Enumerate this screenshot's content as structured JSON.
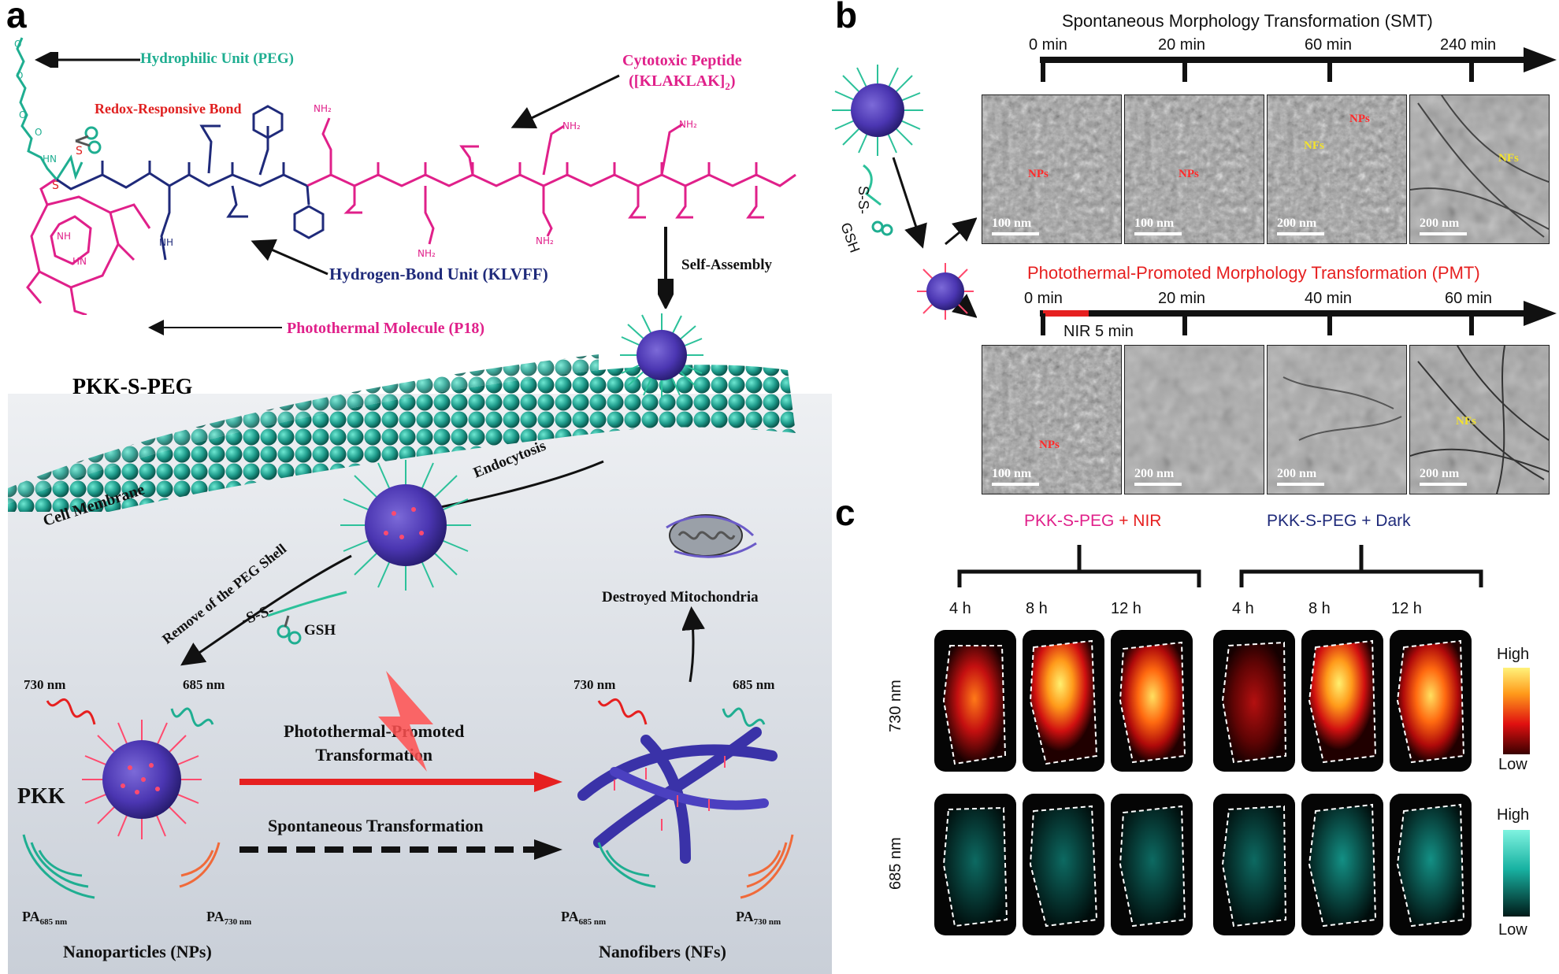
{
  "panel_a": {
    "label": "a",
    "hydrophilic": "Hydrophilic Unit (PEG)",
    "redox": "Redox-Responsive Bond",
    "cytotoxic_line1": "Cytotoxic Peptide",
    "cytotoxic_line2": "([KLAKLAK]",
    "cytotoxic_sub": "2",
    "cytotoxic_end": ")",
    "hbond": "Hydrogen-Bond Unit (KLVFF)",
    "photothermal": "Photothermal Molecule (P18)",
    "compound": "PKK-S-PEG",
    "self_assembly": "Self-Assembly",
    "cell_membrane": "Cell Membrane",
    "endocytosis": "Endocytosis",
    "remove_peg": "Remove of the PEG Shell",
    "ss_label": "-S-S-",
    "gsh": "GSH",
    "destroyed": "Destroyed Mitochondria",
    "wl730_left": "730 nm",
    "wl685_left": "685 nm",
    "wl730_right": "730 nm",
    "wl685_right": "685 nm",
    "pkk": "PKK",
    "ptt_line1": "Photothermal-Promoted",
    "ptt_line2": "Transformation",
    "spont": "Spontaneous Transformation",
    "pa_main": "PA",
    "pa685_sub": "685 nm",
    "pa730_sub": "730 nm",
    "np_label": "Nanoparticles (NPs)",
    "nf_label": "Nanofibers (NFs)"
  },
  "panel_b": {
    "label": "b",
    "smt_title": "Spontaneous Morphology Transformation (SMT)",
    "smt_times": [
      "0 min",
      "20 min",
      "60 min",
      "240 min"
    ],
    "pmt_title": "Photothermal-Promoted Morphology Transformation (PMT)",
    "pmt_times": [
      "0 min",
      "20 min",
      "40 min",
      "60 min"
    ],
    "nir_label": "NIR 5 min",
    "gsh": "GSH",
    "ss": "S-S-",
    "smt_scales": [
      "100 nm",
      "100 nm",
      "200 nm",
      "200 nm"
    ],
    "pmt_scales": [
      "100 nm",
      "200 nm",
      "200 nm",
      "200 nm"
    ],
    "nps": "NPs",
    "nfs": "NFs"
  },
  "panel_c": {
    "label": "c",
    "group1_a": "PKK-S-PEG",
    "group1_b": " + NIR",
    "group2_a": "PKK-S-PEG",
    "group2_b": " + Dark",
    "times": [
      "4 h",
      "8 h",
      "12 h",
      "4 h",
      "8 h",
      "12 h"
    ],
    "row1": "730 nm",
    "row2": "685 nm",
    "high1": "High",
    "low1": "Low",
    "high2": "High",
    "low2": "Low"
  },
  "colors": {
    "peg": "#1fae91",
    "peptide": "#e0208a",
    "hbond": "#1f2a7a",
    "redox": "#e02020",
    "membrane": "#1f9c8c",
    "nir": "#e62020"
  }
}
